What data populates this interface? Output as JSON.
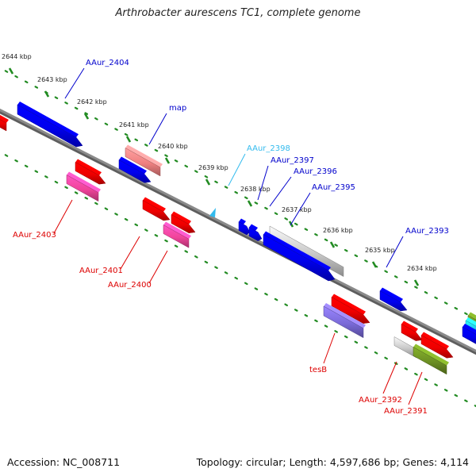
{
  "title": "Arthrobacter aurescens TC1, complete genome",
  "footer": {
    "accession": "Accession: NC_008711",
    "summary": "Topology: circular; Length: 4,597,686 bp; Genes: 4,114"
  },
  "colors": {
    "backbone": "#8a8a8a",
    "tick_track": "#228b22",
    "forward_label": "#0000cc",
    "reverse_label": "#dd0000",
    "highlight_label": "#33bbee",
    "blue": "#0000ee",
    "red": "#ee0000",
    "pink": "#f0449a",
    "salmon": "#ee8080",
    "grey": "#c8c8c8",
    "purple": "#7a6ad8",
    "olive": "#6b8e23"
  },
  "kbp_ticks": [
    "2644 kbp",
    "2643 kbp",
    "2642 kbp",
    "2641 kbp",
    "2640 kbp",
    "2639 kbp",
    "2638 kbp",
    "2637 kbp",
    "2636 kbp",
    "2635 kbp",
    "2634 kbp"
  ],
  "gene_labels": [
    "AAur_2404",
    "map",
    "AAur_2398",
    "AAur_2397",
    "AAur_2396",
    "AAur_2395",
    "AAur_2393",
    "AAur_2403",
    "AAur_2401",
    "AAur_2400",
    "tesB",
    "AAur_2392",
    "AAur_2391"
  ]
}
